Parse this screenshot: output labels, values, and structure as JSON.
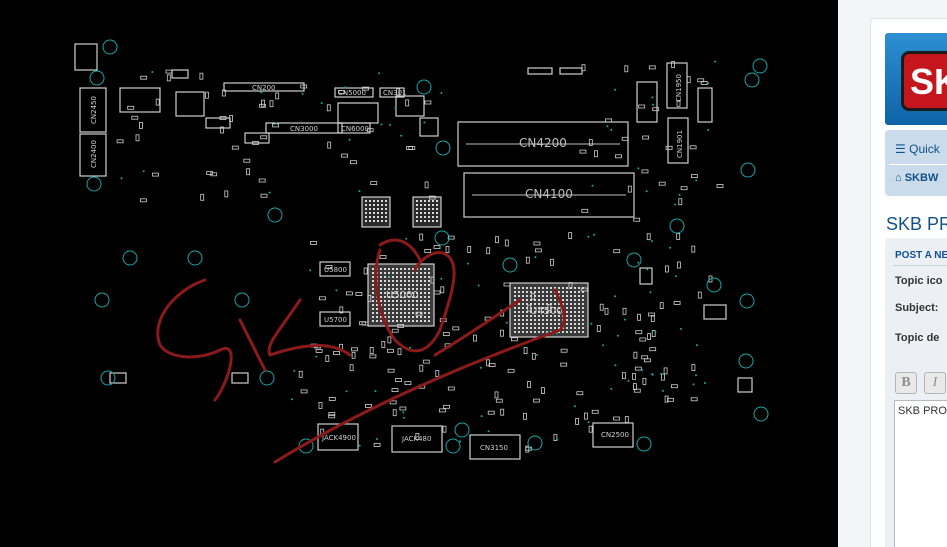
{
  "board": {
    "components": [
      "CN200",
      "CN5000",
      "CN301",
      "CN3000",
      "CN6000",
      "CN2450",
      "CN2400",
      "CN4200",
      "CN4100",
      "CN1950",
      "CN1901",
      "U5000",
      "U4500",
      "U5800",
      "U5700",
      "JACK4900",
      "JACK480",
      "CN3150",
      "CN2500"
    ],
    "annotation_text": "SKB"
  },
  "forum": {
    "logo_text": "SKB",
    "nav": {
      "quick_label": "Quick",
      "board_label": "SKBW"
    },
    "page_title": "SKB PR",
    "post_header": "POST A NE",
    "fields": {
      "topic_icon": "Topic ico",
      "subject": "Subject:",
      "topic_desc": "Topic de"
    },
    "toolbar": {
      "bold": "B",
      "italic": "I"
    },
    "message_text": "SKB PRO"
  },
  "colors": {
    "board_bg": "#000000",
    "silkscreen": "#d0d0d0",
    "via_ring": "#1aa6a6",
    "annotation": "#8b1a1a",
    "forum_link": "#105289",
    "nav_bg": "#cadceb",
    "logo_blue": "#1f7fc4",
    "logo_red": "#c4161c"
  }
}
